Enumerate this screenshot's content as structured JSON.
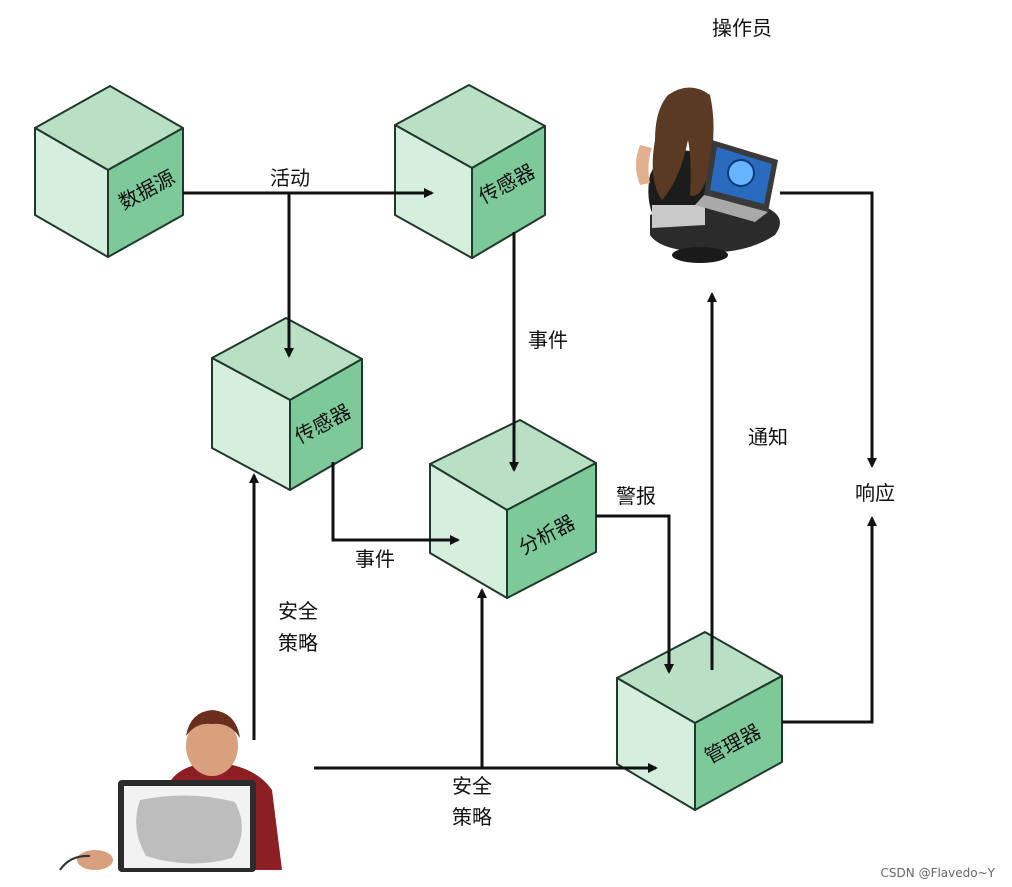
{
  "nodes": {
    "data_source": "数据源",
    "sensor_top": "传感器",
    "sensor_mid": "传感器",
    "analyzer": "分析器",
    "manager": "管理器"
  },
  "actors": {
    "operator": "操作员"
  },
  "edge_labels": {
    "activity": "活动",
    "event_top": "事件",
    "event_mid": "事件",
    "alert": "警报",
    "notify": "通知",
    "response": "响应",
    "policy_left_line1": "安全",
    "policy_left_line2": "策略",
    "policy_bottom_line1": "安全",
    "policy_bottom_line2": "策略"
  },
  "watermark": "CSDN @Flavedo~Y",
  "colors": {
    "cube_front": "#d6eedd",
    "cube_top": "#b9e0c5",
    "cube_side": "#7dc99a",
    "outline": "#1f3a2a"
  }
}
